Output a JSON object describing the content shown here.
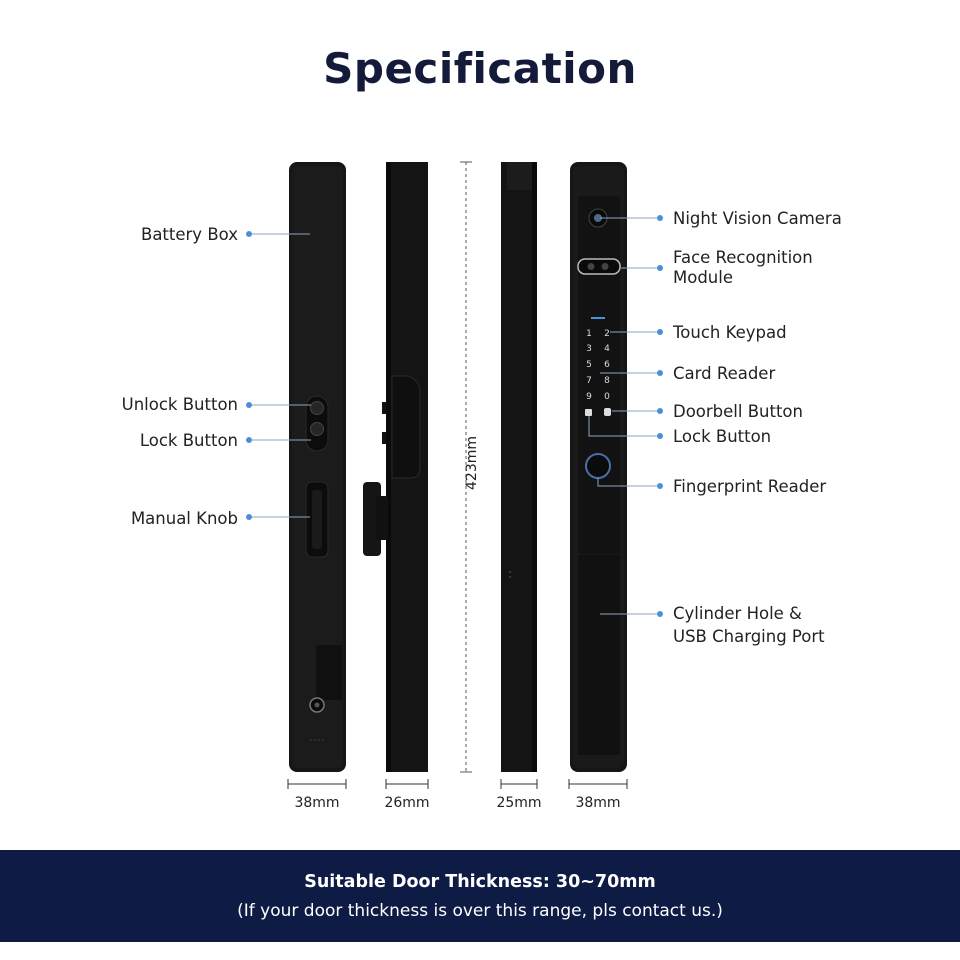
{
  "title": "Specification",
  "left_labels": {
    "battery_box": "Battery Box",
    "unlock_button": "Unlock Button",
    "lock_button": "Lock Button",
    "manual_knob": "Manual Knob"
  },
  "right_labels": {
    "night_vision_camera": "Night Vision Camera",
    "face_recognition_line1": "Face Recognition",
    "face_recognition_line2": "Module",
    "touch_keypad": "Touch Keypad",
    "card_reader": "Card Reader",
    "doorbell_button": "Doorbell Button",
    "lock_button": "Lock Button",
    "fingerprint_reader": "Fingerprint Reader",
    "cylinder_line1": "Cylinder Hole &",
    "cylinder_line2": "USB Charging Port"
  },
  "dimensions": {
    "height": "423mm",
    "w1": "38mm",
    "w2": "26mm",
    "w3": "25mm",
    "w4": "38mm"
  },
  "keypad": [
    "1",
    "2",
    "3",
    "4",
    "5",
    "6",
    "7",
    "8",
    "9",
    "0"
  ],
  "footer": {
    "line1": "Suitable Door Thickness: 30~70mm",
    "line2": "(If your door thickness is over this range, pls contact us.)"
  },
  "colors": {
    "accent": "#4a90d9",
    "navy": "#0e1b45",
    "device": "#161616"
  }
}
